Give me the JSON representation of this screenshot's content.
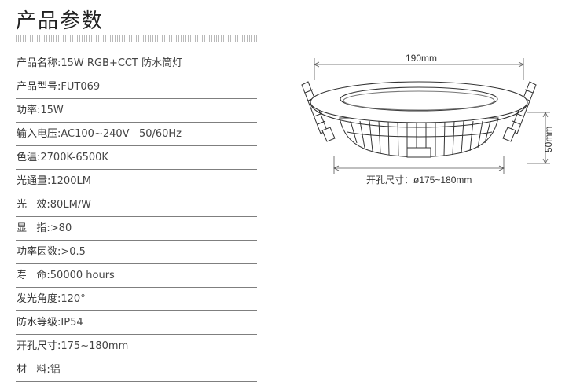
{
  "title": "产品参数",
  "specs": [
    {
      "label": "产品名称:",
      "value": "15W RGB+CCT 防水筒灯"
    },
    {
      "label": "产品型号:",
      "value": "FUT069"
    },
    {
      "label": "功率:",
      "value": "15W"
    },
    {
      "label": "输入电压:",
      "value": "AC100~240V   50/60Hz"
    },
    {
      "label": "色温:",
      "value": "2700K-6500K"
    },
    {
      "label": "光通量:",
      "value": "1200LM"
    },
    {
      "label": "光   效:",
      "value": "80LM/W"
    },
    {
      "label": "显   指:",
      "value": ">80"
    },
    {
      "label": "功率因数:",
      "value": ">0.5"
    },
    {
      "label": "寿   命:",
      "value": "50000 hours"
    },
    {
      "label": "发光角度:",
      "value": "120°"
    },
    {
      "label": "防水等级:",
      "value": "IP54"
    },
    {
      "label": "开孔尺寸:",
      "value": "175~180mm"
    },
    {
      "label": "材   料:",
      "value": "铝"
    }
  ],
  "diagram": {
    "width_label": "190mm",
    "height_label": "50mm",
    "cutout_label": "开孔尺寸：ø175~180mm"
  }
}
